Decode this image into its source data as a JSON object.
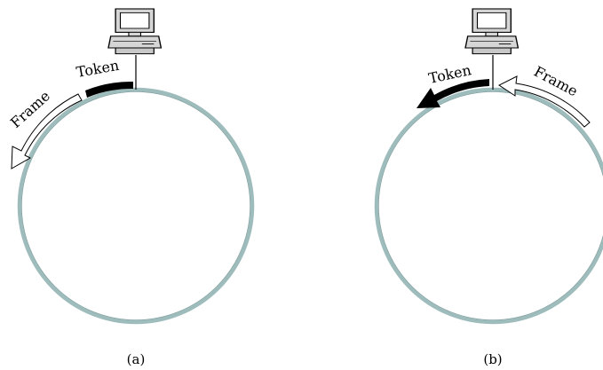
{
  "panels": [
    {
      "caption": "(a)",
      "token_label": "Token",
      "frame_label": "Frame"
    },
    {
      "caption": "(b)",
      "token_label": "Token",
      "frame_label": "Frame"
    }
  ],
  "colors": {
    "ring": "#9fbcbc",
    "computer_body": "#d6d6d6",
    "computer_outline": "#000000",
    "token": "#000000",
    "frame_fill": "#ffffff"
  },
  "icons": {
    "station": "computer-workstation-icon"
  }
}
